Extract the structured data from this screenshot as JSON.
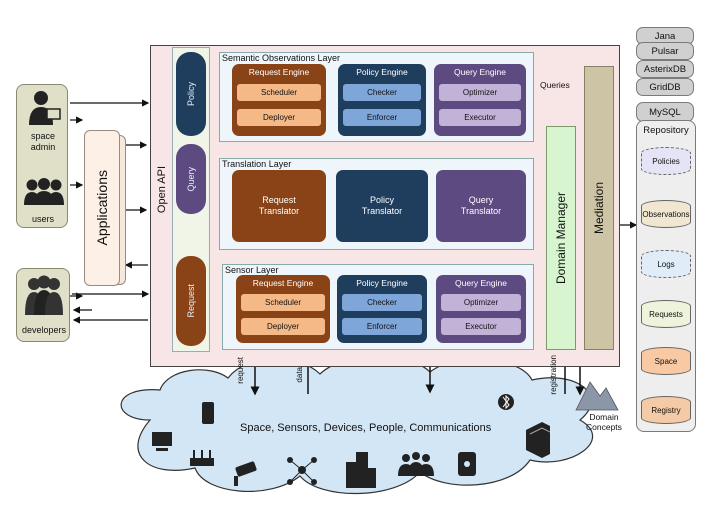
{
  "actors": {
    "space_admin": "space\nadmin",
    "users": "users",
    "developers": "developers"
  },
  "applications": "Applications",
  "open_api": {
    "title": "Open API",
    "policy": "Policy",
    "query": "Query",
    "request": "Request"
  },
  "semantic_layer": {
    "title": "Semantic Observations Layer",
    "request_engine": {
      "title": "Request Engine",
      "items": [
        "Scheduler",
        "Deployer"
      ]
    },
    "policy_engine": {
      "title": "Policy Engine",
      "items": [
        "Checker",
        "Enforcer"
      ]
    },
    "query_engine": {
      "title": "Query Engine",
      "items": [
        "Optimizer",
        "Executor"
      ]
    }
  },
  "translation_layer": {
    "title": "Translation Layer",
    "request": "Request\nTranslator",
    "policy": "Policy\nTranslator",
    "query": "Query\nTranslator"
  },
  "sensor_layer": {
    "title": "Sensor Layer",
    "request_engine": {
      "title": "Request Engine",
      "items": [
        "Scheduler",
        "Deployer"
      ]
    },
    "policy_engine": {
      "title": "Policy Engine",
      "items": [
        "Checker",
        "Enforcer"
      ]
    },
    "query_engine": {
      "title": "Query Engine",
      "items": [
        "Optimizer",
        "Executor"
      ]
    }
  },
  "domain_manager": "Domain Manager",
  "mediation": "Mediation",
  "arrow_labels": {
    "queries": "Queries",
    "request": "request",
    "data": "data",
    "registration": "registration"
  },
  "databases": [
    "Jana",
    "Pulsar",
    "AsterixDB",
    "GridDB",
    "MySQL"
  ],
  "repository": {
    "title": "Repository",
    "items": [
      {
        "name": "Policies",
        "color": "#e4e4f6"
      },
      {
        "name": "Observations",
        "color": "#f1e7d0"
      },
      {
        "name": "Logs",
        "color": "#e0ecf8"
      },
      {
        "name": "Requests",
        "color": "#eef3dc"
      },
      {
        "name": "Space",
        "color": "#f8c9a2"
      },
      {
        "name": "Registry",
        "color": "#f5caa6"
      }
    ]
  },
  "cloud_text": "Space, Sensors, Devices, People, Communications",
  "domain_concepts": "Domain\nConcepts"
}
